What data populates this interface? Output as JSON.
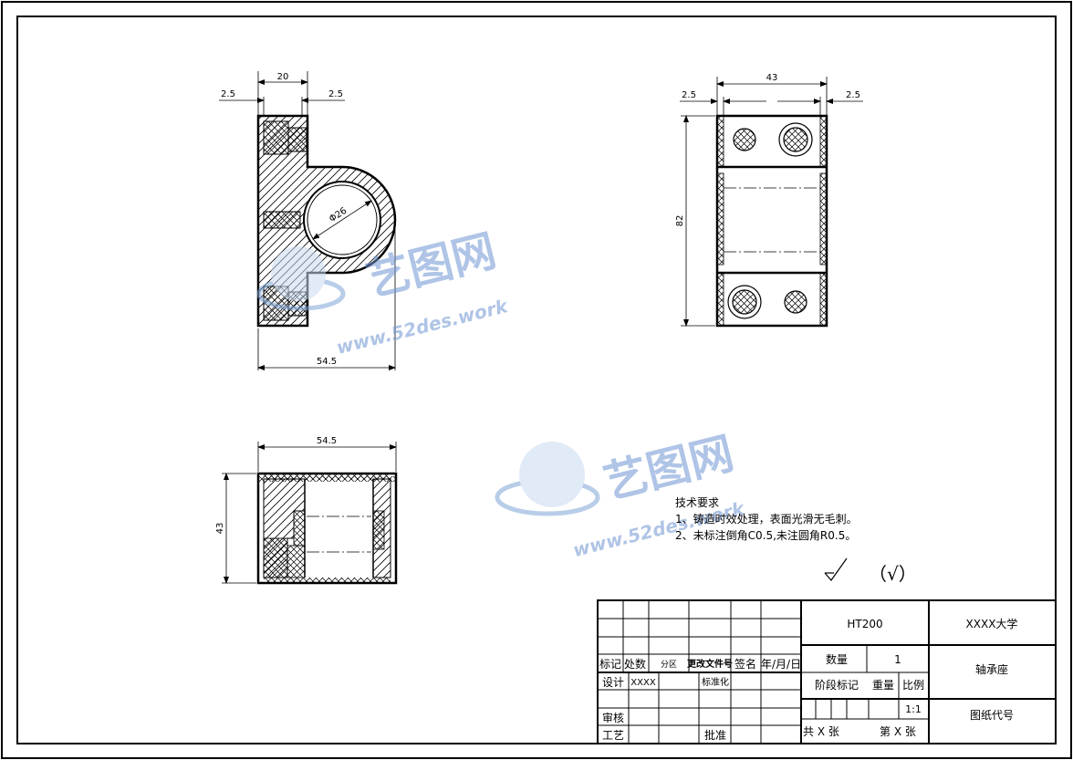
{
  "drawing": {
    "front_view": {
      "dims": {
        "top": "20",
        "left_offset": "2.5",
        "right_offset": "2.5",
        "bottom": "54.5",
        "hole": "Φ26"
      }
    },
    "side_view": {
      "dims": {
        "top": "43",
        "left_offset": "2.5",
        "right_offset": "2.5",
        "height": "82"
      }
    },
    "bottom_view": {
      "dims": {
        "top": "54.5",
        "height": "43"
      }
    }
  },
  "watermarks": [
    {
      "brand": "艺图网",
      "url": "www.52des.work"
    },
    {
      "brand": "艺图网",
      "url": "www.52des.work"
    }
  ],
  "tech_requirements": {
    "title": "技术要求",
    "items": [
      "1、铸造时效处理，表面光滑无毛刺。",
      "2、未标注倒角C0.5,未注圆角R0.5。"
    ]
  },
  "roughness": {
    "symbol": "√",
    "note": "（√）"
  },
  "title_block": {
    "headers": {
      "mark": "标记",
      "count": "处数",
      "zone": "分区",
      "doc": "更改文件号",
      "sign": "签名",
      "date": "年/月/日"
    },
    "design_label": "设计",
    "designer": "XXXX",
    "standard": "标准化",
    "review": "审核",
    "process": "工艺",
    "approve": "批准",
    "material": "HT200",
    "university": "XXXX大学",
    "part_name": "轴承座",
    "quantity_label": "数量",
    "quantity": "1",
    "stage_label": "阶段标记",
    "weight_label": "重量",
    "ratio_label": "比例",
    "ratio": "1:1",
    "drawing_no_label": "图纸代号",
    "total": "共 X 张",
    "sheet": "第 X 张"
  }
}
